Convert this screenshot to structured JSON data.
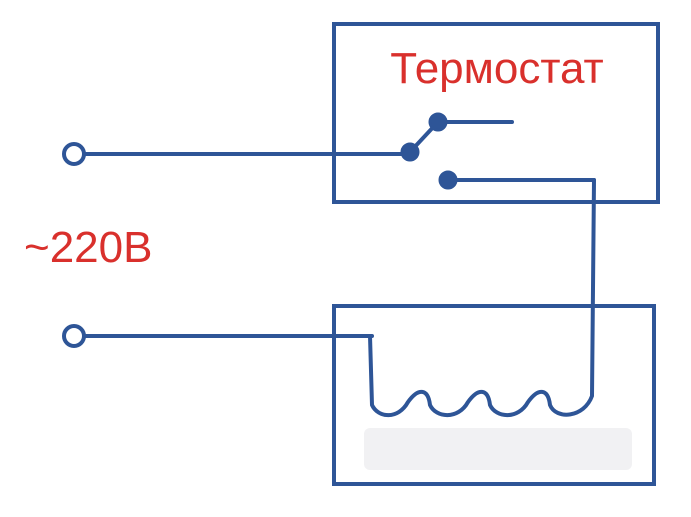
{
  "thermostat": {
    "label": "Термостат"
  },
  "supply": {
    "label": "~220В"
  },
  "colors": {
    "wire": "#2e5597",
    "label": "#d9302c",
    "background": "#ffffff"
  },
  "icons": {
    "terminal": "open-circle-terminal",
    "switch_contact": "filled-dot-contact"
  }
}
